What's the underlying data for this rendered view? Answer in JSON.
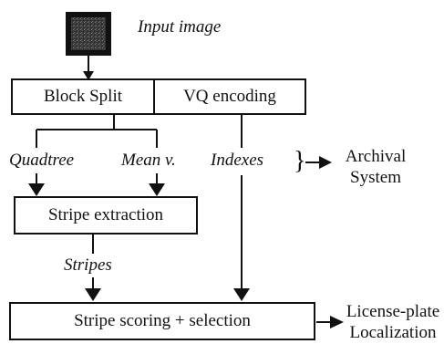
{
  "diagram": {
    "input_label": "Input image",
    "block_split": "Block Split",
    "vq_encoding": "VQ encoding",
    "quadtree": "Quadtree",
    "mean_v": "Mean v.",
    "indexes": "Indexes",
    "brace": "}",
    "archival_line1": "Archival",
    "archival_line2": "System",
    "stripe_extraction": "Stripe extraction",
    "stripes": "Stripes",
    "stripe_scoring": "Stripe scoring + selection",
    "lp_line1": "License-plate",
    "lp_line2": "Localization"
  }
}
